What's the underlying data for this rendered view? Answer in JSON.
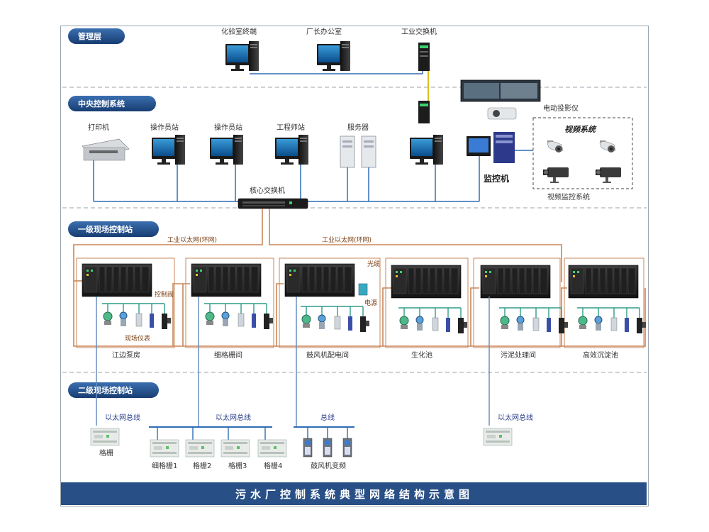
{
  "layers": {
    "management": "管理层",
    "central": "中央控制系统",
    "level1": "一级现场控制站",
    "level2": "二级现场控制站"
  },
  "management": {
    "lab_terminal": "化验室终端",
    "director_office": "厂长办公室",
    "industrial_switch": "工业交换机"
  },
  "central": {
    "printer": "打印机",
    "operator_station_1": "操作员站",
    "operator_station_2": "操作员站",
    "engineer_station": "工程师站",
    "server": "服务器",
    "projector": "电动投影仪",
    "monitor_host": "监控机",
    "video_system": "视频系统",
    "video_monitoring": "视频监控系统",
    "core_switch": "核心交换机"
  },
  "ring": {
    "left_label": "工业以太网(环网)",
    "right_label": "工业以太网(环网)"
  },
  "stations": [
    {
      "name": "江边泵房"
    },
    {
      "name": "细格栅间"
    },
    {
      "name": "鼓风机配电间"
    },
    {
      "name": "生化池"
    },
    {
      "name": "污泥处理间"
    },
    {
      "name": "高效沉淀池"
    }
  ],
  "station_notes": {
    "control_valve": "控制阀",
    "field_meter": "现场仪表",
    "cable": "光缆",
    "power": "电源"
  },
  "level2": {
    "bus1_label": "以太网总线",
    "grid": "格栅",
    "bus2_label": "以太网总线",
    "fine_grids": [
      "细格栅1",
      "格栅2",
      "格栅3",
      "格栅4"
    ],
    "bus3_label": "总线",
    "blower_vfd": "鼓风机变频",
    "bus4_label": "以太网总线"
  },
  "footer": {
    "title": "污水厂控制系统典型网络结构示意图"
  },
  "colors": {
    "layer_tab": "#1f4e8c",
    "footer_bar": "#284f86",
    "network_line": "#2e6db4",
    "ring_line": "#c8865a",
    "fiber_line": "#d8c020"
  }
}
